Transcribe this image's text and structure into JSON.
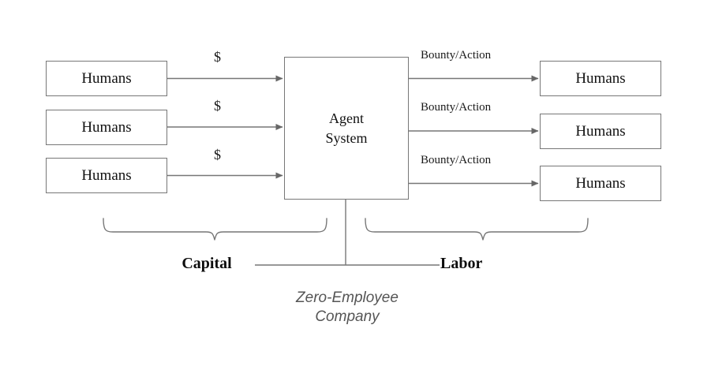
{
  "diagram": {
    "title": "Zero-Employee Company",
    "colors": {
      "stroke": "#777777",
      "box_border": "#777777",
      "text": "#111111",
      "caption_text": "#555555",
      "background": "#ffffff"
    },
    "center_node": {
      "label": "Agent\nSystem"
    },
    "capital_nodes": [
      {
        "label": "Humans"
      },
      {
        "label": "Humans"
      },
      {
        "label": "Humans"
      }
    ],
    "labor_nodes": [
      {
        "label": "Humans"
      },
      {
        "label": "Humans"
      },
      {
        "label": "Humans"
      }
    ],
    "inbound_edge_labels": [
      {
        "label": "$"
      },
      {
        "label": "$"
      },
      {
        "label": "$"
      }
    ],
    "outbound_edge_labels": [
      {
        "label": "Bounty/Action"
      },
      {
        "label": "Bounty/Action"
      },
      {
        "label": "Bounty/Action"
      }
    ],
    "groups": {
      "left": {
        "label": "Capital"
      },
      "right": {
        "label": "Labor"
      }
    },
    "caption": {
      "line1": "Zero-Employee",
      "line2": "Company",
      "text": "Zero-Employee\nCompany"
    }
  }
}
